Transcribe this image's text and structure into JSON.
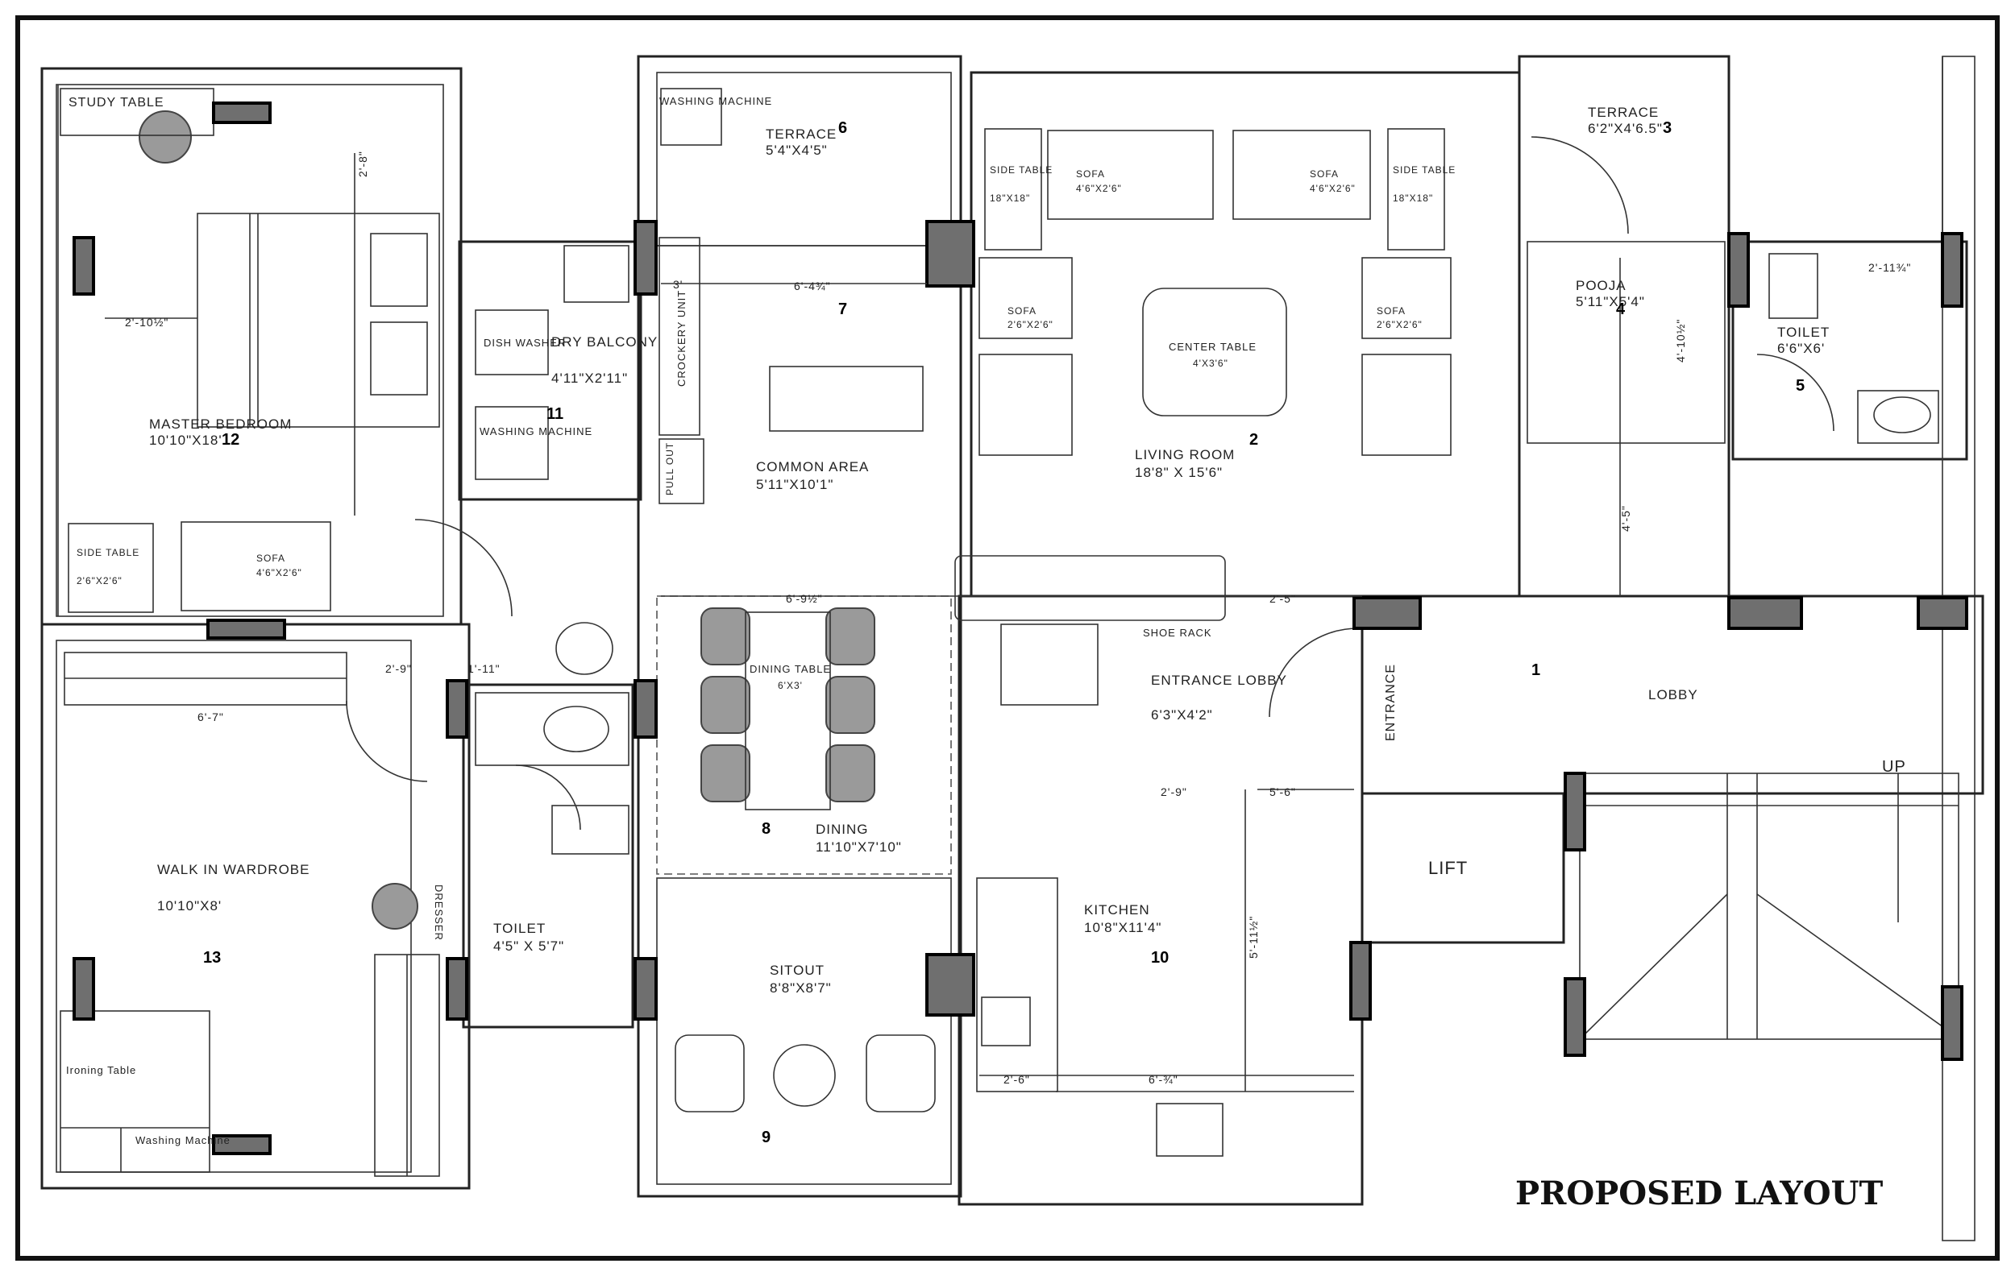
{
  "title": "PROPOSED LAYOUT",
  "rooms": [
    {
      "num": "1",
      "name": "LOBBY",
      "size": ""
    },
    {
      "num": "2",
      "name": "LIVING ROOM",
      "size": "18'8\" X 15'6\""
    },
    {
      "num": "3",
      "name": "TERRACE",
      "size": "6'2\"X4'6.5\""
    },
    {
      "num": "4",
      "name": "POOJA",
      "size": "5'11\"X5'4\""
    },
    {
      "num": "5",
      "name": "TOILET",
      "size": "6'6\"X6'"
    },
    {
      "num": "6",
      "name": "TERRACE",
      "size": "5'4\"X4'5\""
    },
    {
      "num": "7",
      "name": "COMMON AREA",
      "size": "5'11\"X10'1\""
    },
    {
      "num": "8",
      "name": "DINING",
      "size": "11'10\"X7'10\""
    },
    {
      "num": "9",
      "name": "SITOUT",
      "size": "8'8\"X8'7\""
    },
    {
      "num": "10",
      "name": "KITCHEN",
      "size": "10'8\"X11'4\""
    },
    {
      "num": "11",
      "name": "DRY BALCONY",
      "size": "4'11\"X2'11\""
    },
    {
      "num": "12",
      "name": "MASTER BEDROOM",
      "size": "10'10\"X18'"
    },
    {
      "num": "13",
      "name": "WALK IN WARDROBE",
      "size": "10'10\"X8'"
    }
  ],
  "extra_rooms": {
    "entrance_lobby": "ENTRANCE LOBBY",
    "entrance_lobby_size": "6'3\"X4'2\"",
    "toilet2": "TOILET",
    "toilet2_size": "4'5\" X 5'7\"",
    "lift": "LIFT",
    "up": "UP",
    "entrance": "ENTRANCE"
  },
  "furniture": {
    "study_table": "STUDY TABLE",
    "washing_machine_1": "WASHING MACHINE",
    "washing_machine_2": "WASHING MACHINE",
    "dish_washer": "DISH WASHER",
    "crockery_unit": "CROCKERY UNIT",
    "pull_out": "PULL OUT",
    "side_table_1": "SIDE TABLE",
    "side_table_1_size": "18\"X18\"",
    "side_table_2": "SIDE TABLE",
    "side_table_2_size": "18\"X18\"",
    "sofa_1": "SOFA",
    "sofa_1_size": "4'6\"X2'6\"",
    "sofa_2": "SOFA",
    "sofa_2_size": "4'6\"X2'6\"",
    "sofa_3": "SOFA",
    "sofa_3_size": "2'6\"X2'6\"",
    "sofa_4": "SOFA",
    "sofa_4_size": "2'6\"X2'6\"",
    "center_table": "CENTER TABLE",
    "center_table_size": "4'X3'6\"",
    "side_table_3": "SIDE TABLE",
    "side_table_3_size": "2'6\"X2'6\"",
    "sofa_5": "SOFA",
    "sofa_5_size": "4'6\"X2'6\"",
    "dining_table": "DINING TABLE",
    "dining_table_size": "6'X3'",
    "shoe_rack": "SHOE RACK",
    "dresser": "DRESSER",
    "ironing_table": "Ironing Table",
    "washing_small": "Washing Machine"
  },
  "dimensions": {
    "d1": "2'-10½\"",
    "d2": "2'-8\"",
    "d3": "3'",
    "d4": "6'-4¾\"",
    "d5": "6'-9½\"",
    "d6": "2'-5\"",
    "d7": "5'-6\"",
    "d8": "2'-9\"",
    "d9": "6'-7\"",
    "d10": "1'-11\"",
    "d11": "2'-9\"",
    "d12": "2'-6\"",
    "d13": "6'-¾\"",
    "d14": "2'-11¾\"",
    "d15": "4'-5\"",
    "d16": "4'-10½\"",
    "d17": "5'-11½\""
  }
}
